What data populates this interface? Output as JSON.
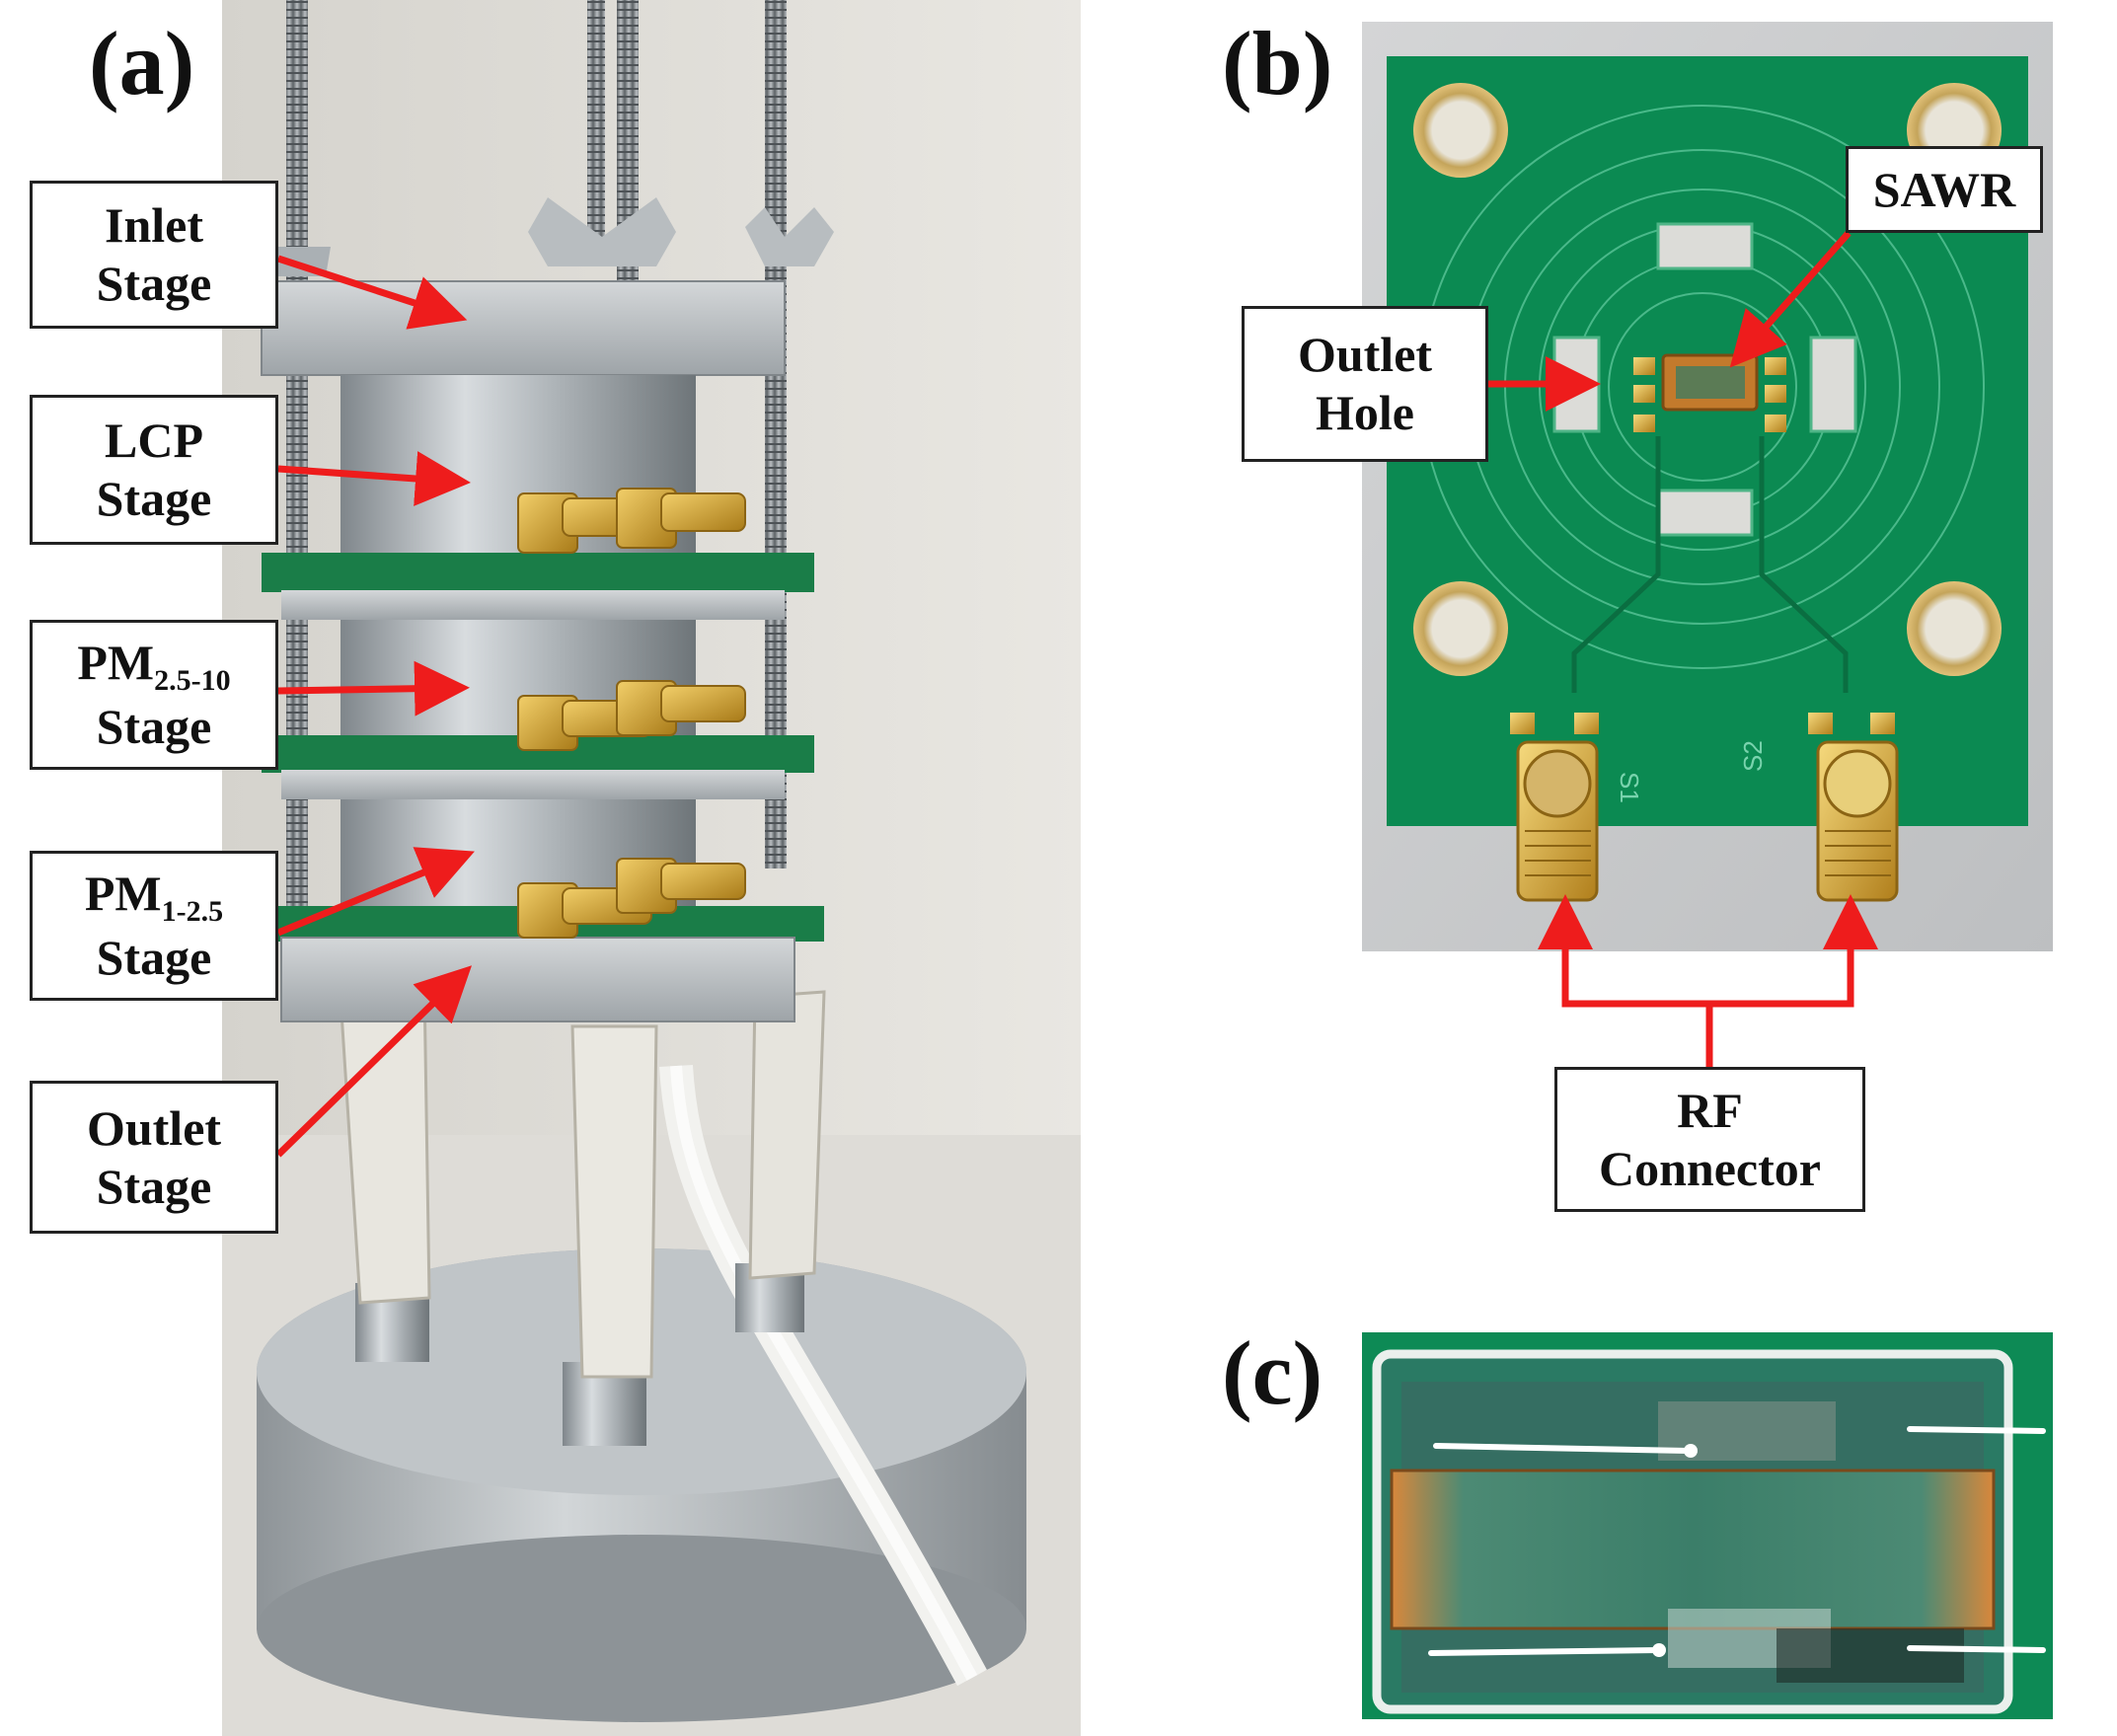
{
  "panels": {
    "a": {
      "letter": "(a)"
    },
    "b": {
      "letter": "(b)"
    },
    "c": {
      "letter": "(c)"
    }
  },
  "labels_a": {
    "inlet": {
      "line1": "Inlet",
      "line2": "Stage"
    },
    "lcp": {
      "line1": "LCP",
      "line2": "Stage"
    },
    "pm25_10": {
      "main": "PM",
      "sub": "2.5-10",
      "line2": "Stage"
    },
    "pm1_25": {
      "main": "PM",
      "sub": "1-2.5",
      "line2": "Stage"
    },
    "outlet": {
      "line1": "Outlet",
      "line2": "Stage"
    }
  },
  "labels_b": {
    "sawr": "SAWR",
    "outlet_hole": {
      "line1": "Outlet",
      "line2": "Hole"
    },
    "rf": {
      "line1": "RF",
      "line2": "Connector"
    },
    "silk_s1": "S1",
    "silk_s2": "S2"
  },
  "colors": {
    "arrow": "#ee1c1c",
    "pcb": "#0b8a52",
    "aluminum": "#b4b9bd",
    "gold": "#d9a630"
  }
}
